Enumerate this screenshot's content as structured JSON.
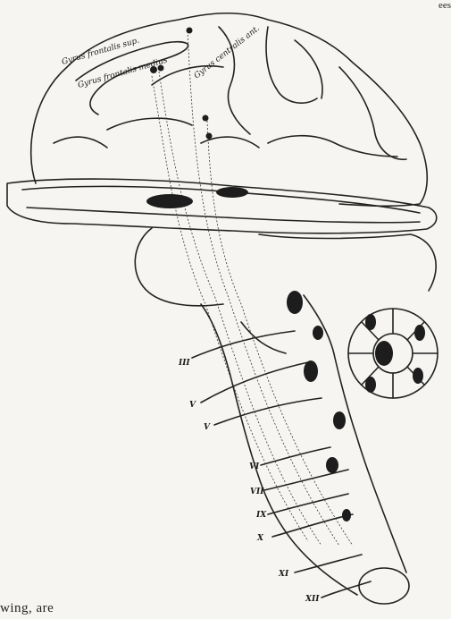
{
  "gyri": {
    "frontalis_sup": "Gyrus frontalis sup.",
    "frontalis_medius": "Gyrus frontalis medius",
    "centralis_ant": "Gyrus centralis ant."
  },
  "nerve_labels": [
    "III",
    "V",
    "V",
    "VI",
    "VII",
    "IX",
    "X",
    "XI",
    "XII"
  ],
  "caption": "wing, are",
  "corner_text": "ees"
}
